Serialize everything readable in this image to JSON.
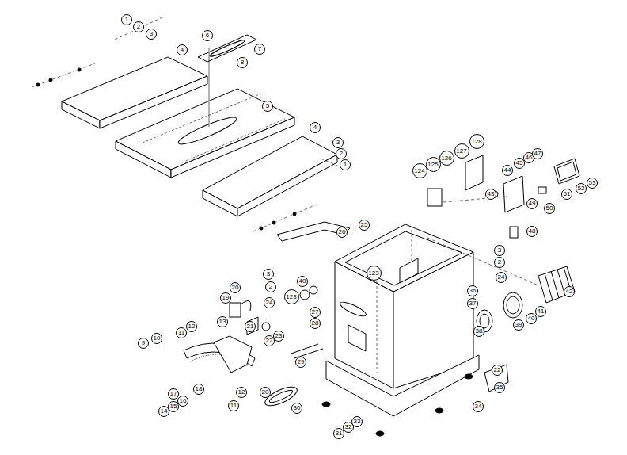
{
  "diagram": {
    "labels": [
      "1",
      "2",
      "3",
      "4",
      "6",
      "7",
      "8",
      "5",
      "4",
      "3",
      "2",
      "1",
      "26",
      "25",
      "3",
      "2",
      "24",
      "123",
      "40",
      "123",
      "3",
      "2",
      "24",
      "20",
      "19",
      "27",
      "28",
      "21",
      "22",
      "23",
      "13",
      "12",
      "11",
      "10",
      "9",
      "14",
      "15",
      "16",
      "17",
      "18",
      "12",
      "11",
      "20",
      "29",
      "30",
      "31",
      "32",
      "33",
      "34",
      "35",
      "22",
      "36",
      "37",
      "38",
      "39",
      "40",
      "41",
      "42",
      "43",
      "44",
      "45",
      "46",
      "47",
      "48",
      "49",
      "50",
      "51",
      "52",
      "53",
      "124",
      "125",
      "126",
      "127",
      "128"
    ]
  }
}
